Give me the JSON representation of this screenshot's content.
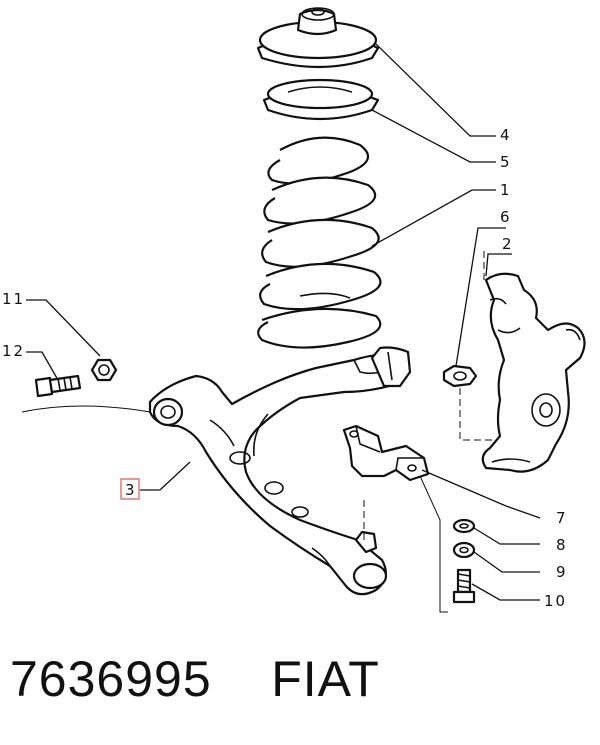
{
  "callouts": [
    {
      "id": "4",
      "text": "4"
    },
    {
      "id": "5",
      "text": "5"
    },
    {
      "id": "1",
      "text": "1"
    },
    {
      "id": "6",
      "text": "6"
    },
    {
      "id": "2",
      "text": "2"
    },
    {
      "id": "11",
      "text": "11"
    },
    {
      "id": "12",
      "text": "12"
    },
    {
      "id": "3",
      "text": "3"
    },
    {
      "id": "7",
      "text": "7"
    },
    {
      "id": "8",
      "text": "8"
    },
    {
      "id": "9",
      "text": "9"
    },
    {
      "id": "10",
      "text": "10"
    }
  ],
  "highlighted_callout": "3",
  "highlight_color": "#e06060",
  "footer": {
    "part_number": "7636995",
    "brand": "FIAT"
  }
}
